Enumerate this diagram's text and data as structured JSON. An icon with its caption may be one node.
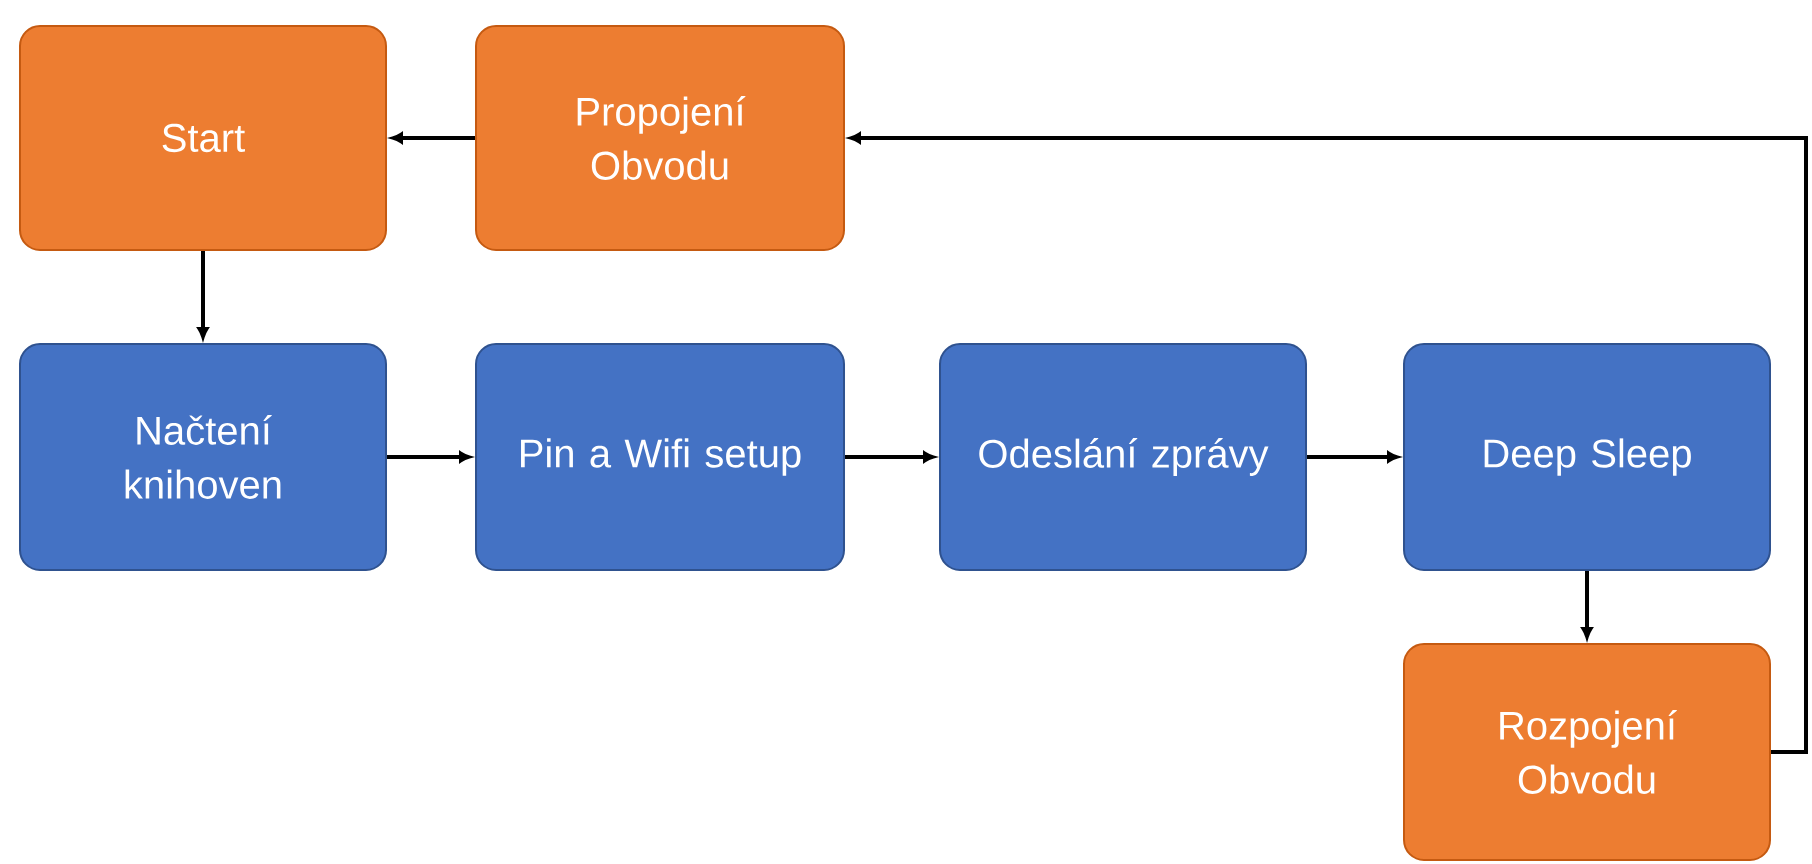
{
  "diagram": {
    "nodes": [
      {
        "text": [
          "Start"
        ]
      },
      {
        "text": [
          "Propojení Obvodu"
        ]
      },
      {
        "text": [
          "Načtení knihoven"
        ]
      },
      {
        "text": [
          "Pin a Wifi setup"
        ]
      },
      {
        "text": [
          "Odeslání zprávy"
        ]
      },
      {
        "text": [
          "Deep Sleep"
        ]
      },
      {
        "text": [
          "Rozpojení Obvodu"
        ]
      }
    ],
    "edges": [
      {
        "from": 1,
        "to": 0,
        "arrow": "to"
      },
      {
        "from": 0,
        "to": 2,
        "arrow": "to"
      },
      {
        "from": 2,
        "to": 3,
        "arrow": "to"
      },
      {
        "from": 3,
        "to": 4,
        "arrow": "to"
      },
      {
        "from": 4,
        "to": 5,
        "arrow": "to"
      },
      {
        "from": 5,
        "to": 6,
        "arrow": "to"
      },
      {
        "from": 6,
        "to": 1,
        "arrow": "to"
      }
    ]
  }
}
